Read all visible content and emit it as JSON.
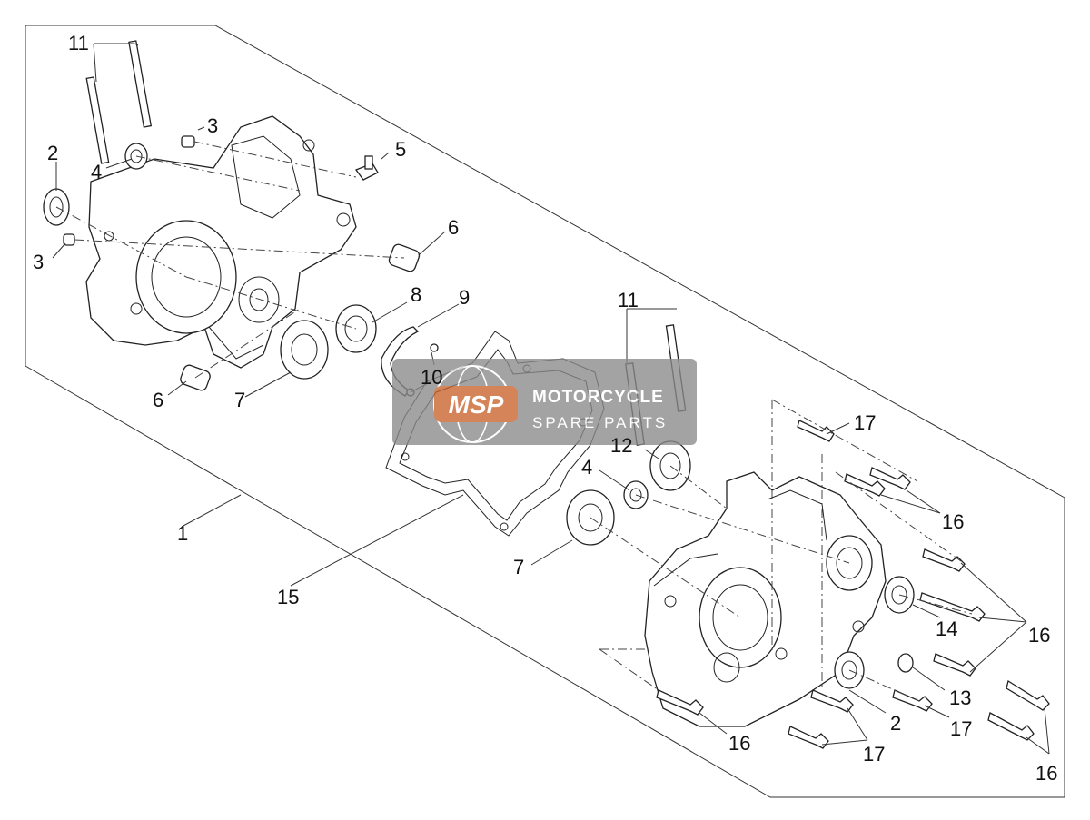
{
  "callouts": {
    "c1": "1",
    "c2a": "2",
    "c2b": "2",
    "c3a": "3",
    "c3b": "3",
    "c4a": "4",
    "c4b": "4",
    "c5": "5",
    "c6a": "6",
    "c6b": "6",
    "c7a": "7",
    "c7b": "7",
    "c8": "8",
    "c9": "9",
    "c10": "10",
    "c11a": "11",
    "c11b": "11",
    "c12": "12",
    "c13": "13",
    "c14": "14",
    "c15": "15",
    "c16a": "16",
    "c16b": "16",
    "c16c": "16",
    "c16d": "16",
    "c17a": "17",
    "c17b": "17",
    "c17c": "17"
  },
  "watermark": {
    "logo": "MSP",
    "line1": "MOTORCYCLE",
    "line2": "SPARE PARTS",
    "color": "#c8622a"
  }
}
